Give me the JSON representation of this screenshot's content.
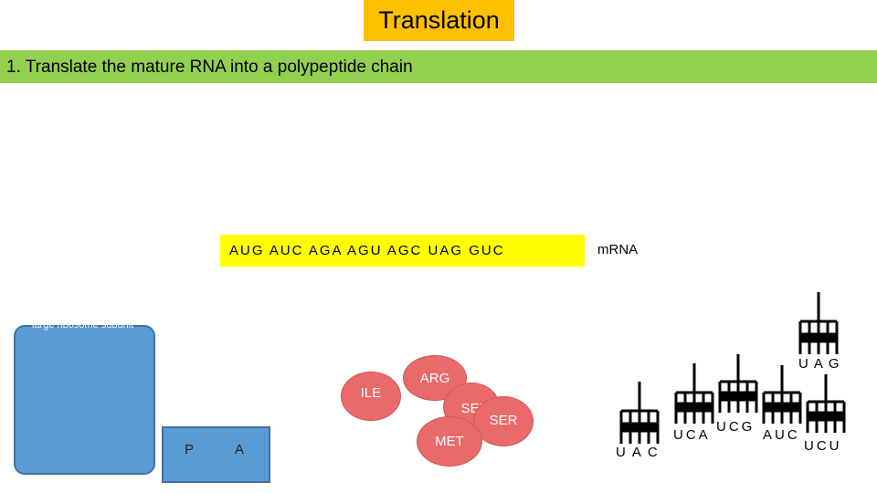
{
  "title": "Translation",
  "step": "1. Translate the mature RNA into a polypeptide chain",
  "mrna": {
    "sequence": "AUG  AUC  AGA  AGU  AGC  UAG  GUC",
    "label": "mRNA"
  },
  "ribosome": {
    "large_label": "large ribosome subunit",
    "p_site": "P",
    "a_site": "A"
  },
  "amino_acids": [
    "ILE",
    "ARG",
    "SER",
    "SER",
    "MET"
  ],
  "anticodons": [
    "UAG",
    "UAC",
    "UCA",
    "UCG",
    "AUC",
    "UCU"
  ],
  "colors": {
    "title_bg": "#ffc000",
    "banner_bg": "#92d050",
    "mrna_bg": "#ffff00",
    "ribosome": "#5b9bd5",
    "amino_acid": "#ea6a6a",
    "trna": "#000000"
  }
}
